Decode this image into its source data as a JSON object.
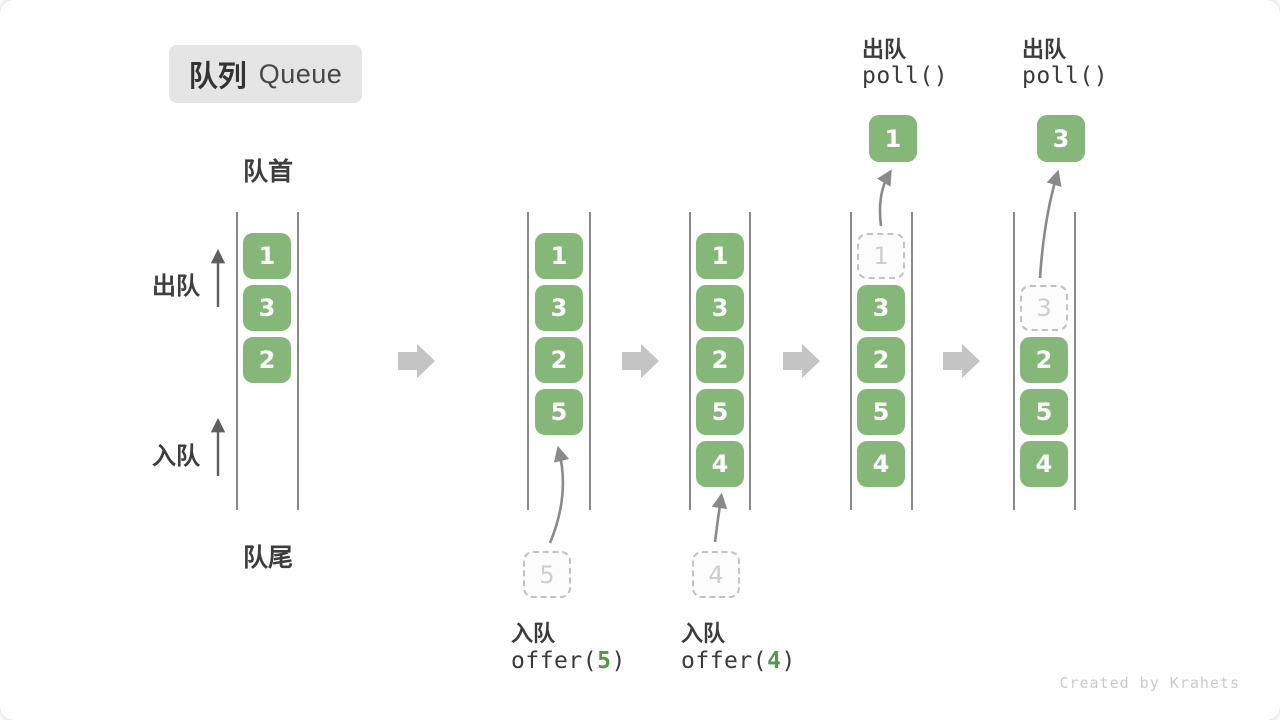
{
  "title": {
    "zh": "队列",
    "en": "Queue"
  },
  "side_labels": {
    "front": "队首",
    "rear": "队尾",
    "dequeue": "出队",
    "enqueue": "入队"
  },
  "meta": {
    "credit": "Created by Krahets"
  },
  "colors": {
    "green": "#85b878",
    "green_dark": "#559a47",
    "box_text": "#ffffff",
    "dashed_border": "#c2c2c2",
    "dashed_text": "#cdcdcd",
    "label": "#3d3d3d",
    "block_arrow": "#c4c4c4",
    "thin_arrow": "#5f5f5f",
    "curve_arrow": "#8a8a8a",
    "wall": "#4a4a4a",
    "title_bg": "#e5e5e5",
    "credit": "#cbcbcb"
  },
  "stages": [
    {
      "name": "state-initial",
      "slots": [
        {
          "row": 0,
          "value": "1",
          "style": "solid"
        },
        {
          "row": 1,
          "value": "3",
          "style": "solid"
        },
        {
          "row": 2,
          "value": "2",
          "style": "solid"
        }
      ]
    },
    {
      "name": "state-after-offer-5",
      "slots": [
        {
          "row": 0,
          "value": "1",
          "style": "solid"
        },
        {
          "row": 1,
          "value": "3",
          "style": "solid"
        },
        {
          "row": 2,
          "value": "2",
          "style": "solid"
        },
        {
          "row": 3,
          "value": "5",
          "style": "solid"
        }
      ],
      "incoming_value": "5",
      "op": {
        "label": "入队",
        "code_prefix": "offer(",
        "code_arg": "5",
        "code_suffix": ")"
      }
    },
    {
      "name": "state-after-offer-4",
      "slots": [
        {
          "row": 0,
          "value": "1",
          "style": "solid"
        },
        {
          "row": 1,
          "value": "3",
          "style": "solid"
        },
        {
          "row": 2,
          "value": "2",
          "style": "solid"
        },
        {
          "row": 3,
          "value": "5",
          "style": "solid"
        },
        {
          "row": 4,
          "value": "4",
          "style": "solid"
        }
      ],
      "incoming_value": "4",
      "op": {
        "label": "入队",
        "code_prefix": "offer(",
        "code_arg": "4",
        "code_suffix": ")"
      }
    },
    {
      "name": "state-after-poll-1",
      "slots": [
        {
          "row": 0,
          "value": "1",
          "style": "dashed"
        },
        {
          "row": 1,
          "value": "3",
          "style": "solid"
        },
        {
          "row": 2,
          "value": "2",
          "style": "solid"
        },
        {
          "row": 3,
          "value": "5",
          "style": "solid"
        },
        {
          "row": 4,
          "value": "4",
          "style": "solid"
        }
      ],
      "outgoing_value": "1",
      "op": {
        "label": "出队",
        "code": "poll()"
      }
    },
    {
      "name": "state-after-poll-3",
      "slots": [
        {
          "row": 1,
          "value": "3",
          "style": "dashed"
        },
        {
          "row": 2,
          "value": "2",
          "style": "solid"
        },
        {
          "row": 3,
          "value": "5",
          "style": "solid"
        },
        {
          "row": 4,
          "value": "4",
          "style": "solid"
        }
      ],
      "outgoing_value": "3",
      "op": {
        "label": "出队",
        "code": "poll()"
      }
    }
  ]
}
